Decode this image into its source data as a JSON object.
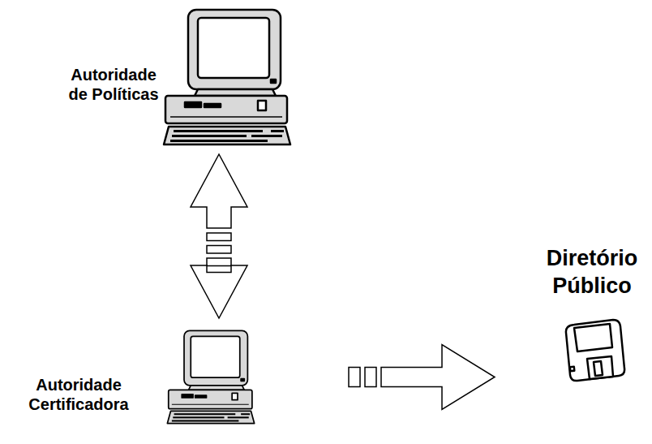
{
  "diagram": {
    "nodes": [
      {
        "text": [
          "Autoridade de Políticas"
        ]
      },
      {
        "text": [
          "Autoridade Certificadora"
        ]
      },
      {
        "text": [
          "Diretório Público"
        ]
      }
    ],
    "edges": [
      {
        "from": 0,
        "to": 1,
        "arrow": "both"
      },
      {
        "from": 1,
        "to": 2,
        "arrow": "to"
      }
    ]
  }
}
